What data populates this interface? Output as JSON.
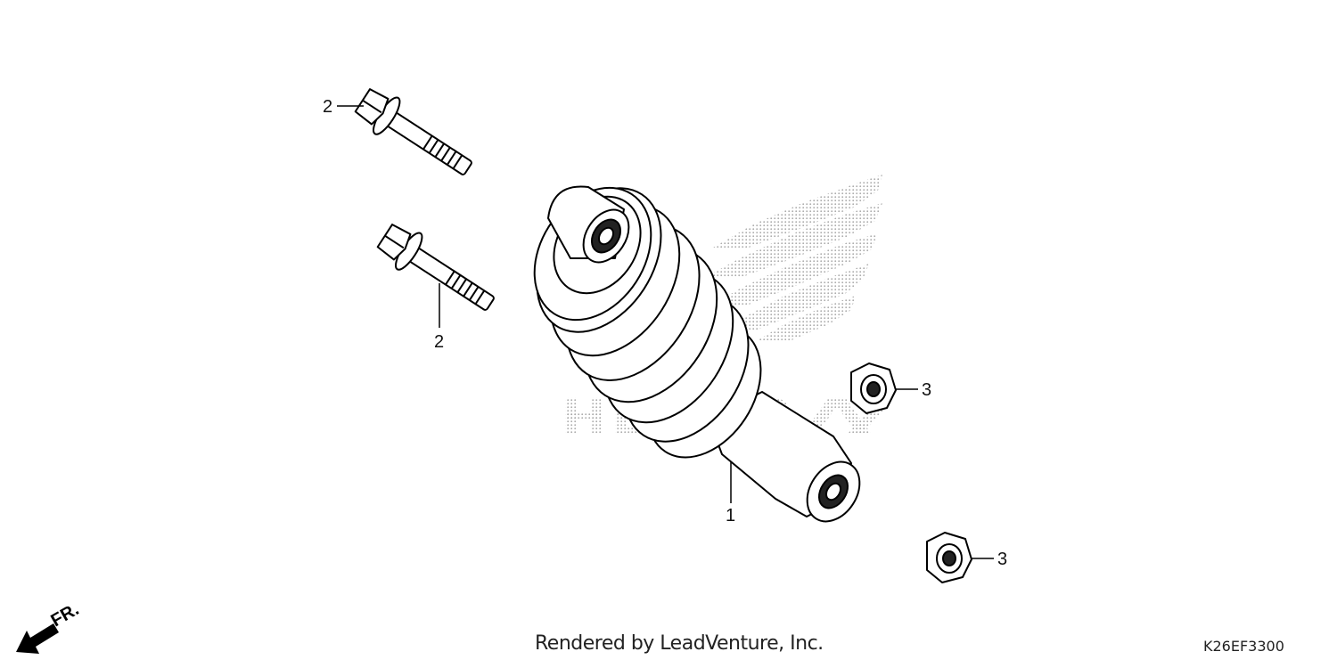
{
  "diagram": {
    "watermark_logo": "HONDA",
    "parts": [
      {
        "callout": "1",
        "name": "rear shock absorber"
      },
      {
        "callout": "2",
        "name": "flange bolt"
      },
      {
        "callout": "2",
        "name": "flange bolt"
      },
      {
        "callout": "3",
        "name": "flange nut"
      },
      {
        "callout": "3",
        "name": "flange nut"
      }
    ],
    "direction_label": "FR."
  },
  "footer": {
    "credit": "Rendered by LeadVenture, Inc.",
    "diagram_code": "K26EF3300"
  }
}
